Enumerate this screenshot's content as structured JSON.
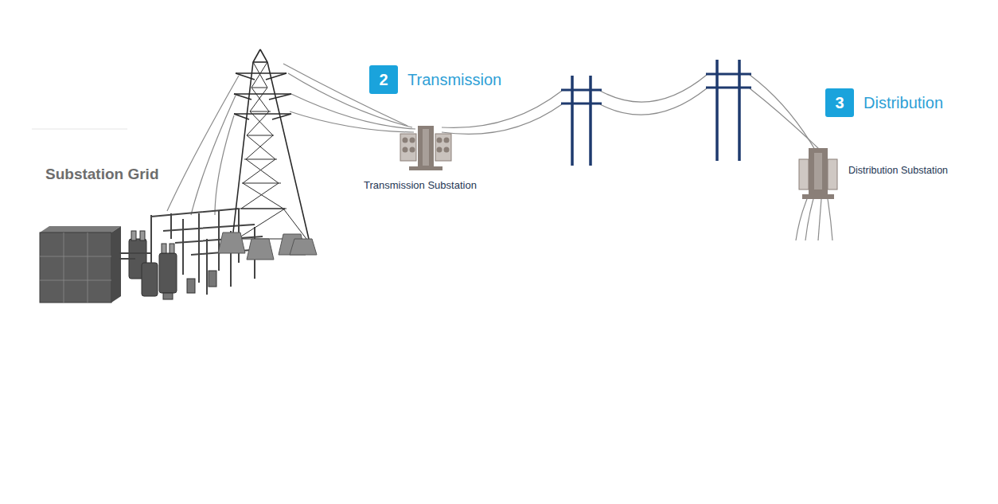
{
  "diagram": {
    "nodes": [
      {
        "text": [
          "2",
          "Transmission"
        ]
      },
      {
        "text": [
          "3",
          "Distribution"
        ]
      }
    ],
    "labels": [
      "Substation Grid",
      "Transmission Substation",
      "Distribution Substation"
    ]
  }
}
